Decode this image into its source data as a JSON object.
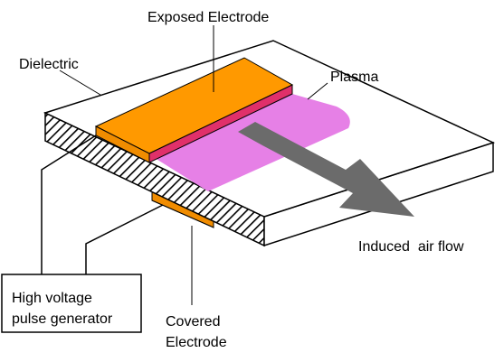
{
  "labels": {
    "exposed_electrode": "Exposed Electrode",
    "dielectric": "Dielectric",
    "plasma": "Plasma",
    "induced_air_flow": "Induced  air flow",
    "generator_line1": "High voltage",
    "generator_line2": "pulse generator",
    "covered_line1": "Covered",
    "covered_line2": "Electrode"
  },
  "colors": {
    "electrode": "#FF9900",
    "electrode_edge": "#E08000",
    "plasma": "#E680E6",
    "plasma_dark": "#E0306A",
    "arrow": "#6B6B6B",
    "outline": "#000000"
  }
}
